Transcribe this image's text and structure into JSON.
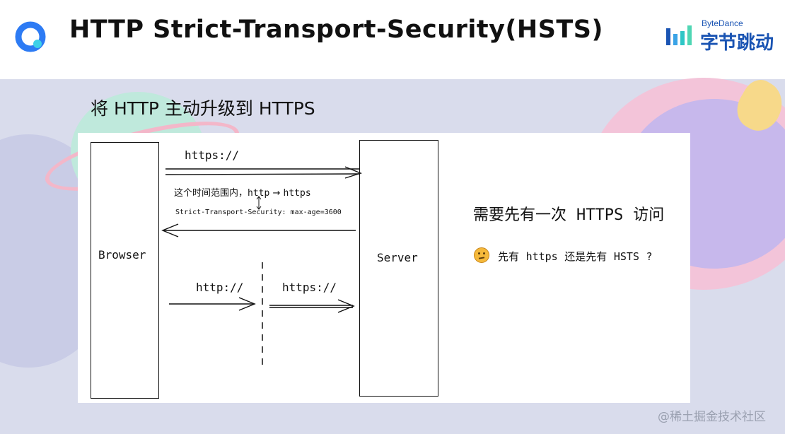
{
  "header": {
    "title": "HTTP Strict-Transport-Security(HSTS)",
    "brand_en": "ByteDance",
    "brand_cn": "字节跳动"
  },
  "subtitle": "将 HTTP 主动升级到 HTTPS",
  "diagram": {
    "browser_label": "Browser",
    "server_label": "Server",
    "arrow_https_top": "https://",
    "range_text_prefix": "这个时间范围内，",
    "range_text_http": "http",
    "range_text_arrow": "→",
    "range_text_https": "https",
    "response_header": "Strict-Transport-Security: max-age=3600",
    "arrow_http_bottom": "http://",
    "arrow_https_bottom": "https://"
  },
  "notes": {
    "main_prefix": "需要先有一次",
    "main_mono": "HTTPS",
    "main_suffix": "访问",
    "sub_prefix": "先有",
    "sub_mono1": "https",
    "sub_mid": "还是先有",
    "sub_mono2": "HSTS",
    "sub_suffix": "?"
  },
  "footer": {
    "watermark": "@稀土掘金技术社区"
  },
  "colors": {
    "brand_blue": "#1a54b3",
    "logo_blue": "#2d7bf4",
    "logo_teal": "#3ed0e8",
    "background_lavender": "#d9dcec"
  }
}
